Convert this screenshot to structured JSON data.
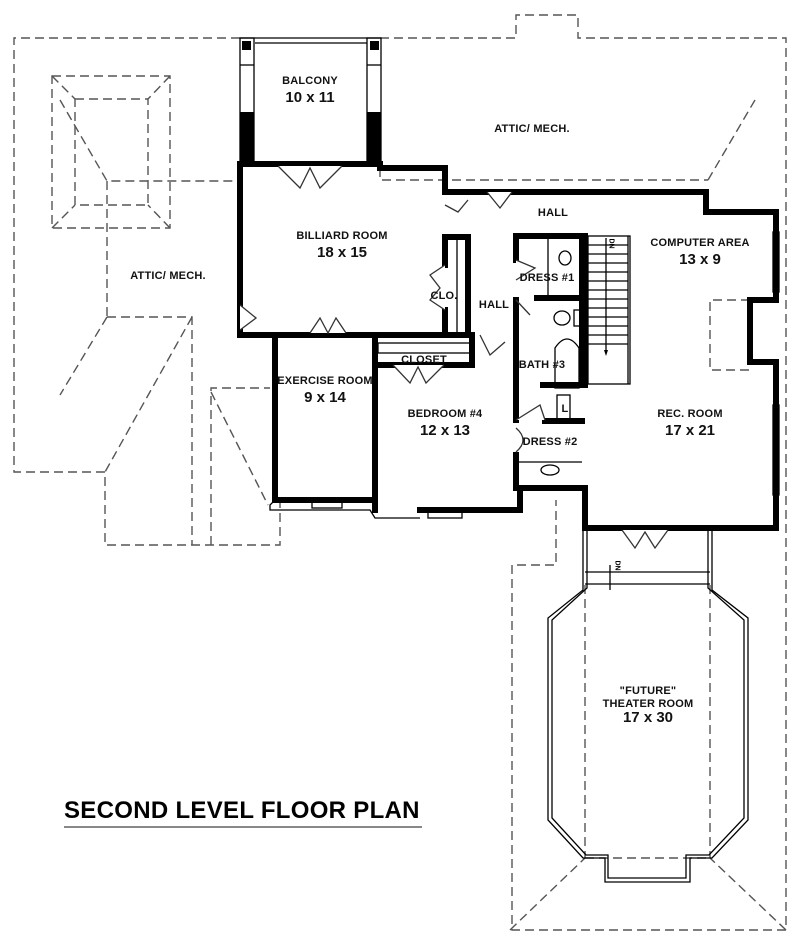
{
  "plan": {
    "title": "SECOND LEVEL FLOOR PLAN",
    "rooms": {
      "balcony": {
        "name": "BALCONY",
        "dims": "10 x 11"
      },
      "attic_top": {
        "name": "ATTIC/ MECH."
      },
      "attic_left": {
        "name": "ATTIC/ MECH."
      },
      "billiard": {
        "name": "BILLIARD ROOM",
        "dims": "18 x 15"
      },
      "hall_top": {
        "name": "HALL"
      },
      "hall_mid": {
        "name": "HALL"
      },
      "closet_billiard": {
        "name": "CLO."
      },
      "computer": {
        "name": "COMPUTER AREA",
        "dims": "13 x 9"
      },
      "dress1": {
        "name": "DRESS #1"
      },
      "bath3": {
        "name": "BATH #3"
      },
      "dress2": {
        "name": "DRESS #2"
      },
      "closet_bed": {
        "name": "CLOSET"
      },
      "exercise": {
        "name": "EXERCISE ROOM",
        "dims": "9 x 14"
      },
      "bedroom4": {
        "name": "BEDROOM #4",
        "dims": "12 x 13"
      },
      "rec": {
        "name": "REC. ROOM",
        "dims": "17 x 21"
      },
      "theater": {
        "name_line1": "\"FUTURE\"",
        "name_line2": "THEATER ROOM",
        "dims": "17 x 30"
      }
    },
    "stairs": {
      "main_label": "DN",
      "theater_label": "DN"
    },
    "linen": {
      "label": "L"
    }
  }
}
